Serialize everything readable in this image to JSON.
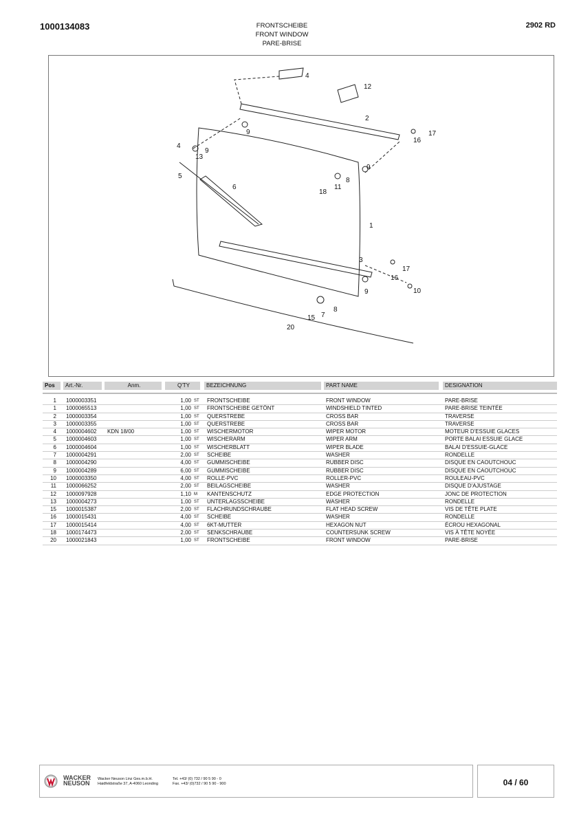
{
  "header": {
    "doc_number": "1000134083",
    "model": "2902 RD",
    "titles": [
      "FRONTSCHEIBE",
      "FRONT WINDOW",
      "PARE-BRISE"
    ]
  },
  "drawing": {
    "callouts": [
      "4",
      "12",
      "2",
      "17",
      "16",
      "9",
      "4",
      "13",
      "9",
      "5",
      "6",
      "11",
      "8",
      "18",
      "9",
      "1",
      "3",
      "17",
      "16",
      "10",
      "9",
      "8",
      "7",
      "15",
      "20"
    ]
  },
  "table": {
    "headers": {
      "pos": "Pos",
      "art": "Art.-Nr.",
      "anm": "Anm.",
      "qty": "Q'TY",
      "bez": "BEZEICHNUNG",
      "part": "PART NAME",
      "des": "DESIGNATION"
    },
    "rows": [
      {
        "pos": "1",
        "art": "1000003351",
        "anm": "",
        "qty": "1,00",
        "unit": "ST",
        "bez": "FRONTSCHEIBE",
        "part": "FRONT WINDOW",
        "des": "PARE-BRISE"
      },
      {
        "pos": "1",
        "art": "1000065513",
        "anm": "",
        "qty": "1,00",
        "unit": "ST",
        "bez": "FRONTSCHEIBE GETÖNT",
        "part": "WINDSHIELD  TINTED",
        "des": "PARE-BRISE TEINTÉE"
      },
      {
        "pos": "2",
        "art": "1000003354",
        "anm": "",
        "qty": "1,00",
        "unit": "ST",
        "bez": "QUERSTREBE",
        "part": "CROSS BAR",
        "des": "TRAVERSE"
      },
      {
        "pos": "3",
        "art": "1000003355",
        "anm": "",
        "qty": "1,00",
        "unit": "ST",
        "bez": "QUERSTREBE",
        "part": "CROSS BAR",
        "des": "TRAVERSE"
      },
      {
        "pos": "4",
        "art": "1000004602",
        "anm": "KDN 18/00",
        "qty": "1,00",
        "unit": "ST",
        "bez": "WISCHERMOTOR",
        "part": "WIPER MOTOR",
        "des": "MOTEUR D'ESSUIE GLACES"
      },
      {
        "pos": "5",
        "art": "1000004603",
        "anm": "",
        "qty": "1,00",
        "unit": "ST",
        "bez": "WISCHERARM",
        "part": "WIPER ARM",
        "des": "PORTE BALAI ESSUIE GLACE"
      },
      {
        "pos": "6",
        "art": "1000004604",
        "anm": "",
        "qty": "1,00",
        "unit": "ST",
        "bez": "WISCHERBLATT",
        "part": "WIPER BLADE",
        "des": "BALAI D'ESSUIE-GLACE"
      },
      {
        "pos": "7",
        "art": "1000004291",
        "anm": "",
        "qty": "2,00",
        "unit": "ST",
        "bez": "SCHEIBE",
        "part": "WASHER",
        "des": "RONDELLE"
      },
      {
        "pos": "8",
        "art": "1000004290",
        "anm": "",
        "qty": "4,00",
        "unit": "ST",
        "bez": "GUMMISCHEIBE",
        "part": "RUBBER DISC",
        "des": "DISQUE EN CAOUTCHOUC"
      },
      {
        "pos": "9",
        "art": "1000004289",
        "anm": "",
        "qty": "6,00",
        "unit": "ST",
        "bez": "GUMMISCHEIBE",
        "part": "RUBBER DISC",
        "des": "DISQUE EN CAOUTCHOUC"
      },
      {
        "pos": "10",
        "art": "1000003350",
        "anm": "",
        "qty": "4,00",
        "unit": "ST",
        "bez": "ROLLE-PVC",
        "part": "ROLLER-PVC",
        "des": "ROULEAU-PVC"
      },
      {
        "pos": "11",
        "art": "1000066252",
        "anm": "",
        "qty": "2,00",
        "unit": "ST",
        "bez": "BEILAGSCHEIBE",
        "part": "WASHER",
        "des": "DISQUE D'AJUSTAGE"
      },
      {
        "pos": "12",
        "art": "1000097928",
        "anm": "",
        "qty": "1,10",
        "unit": "M",
        "bez": "KANTENSCHUTZ",
        "part": "EDGE PROTECTION",
        "des": "JONC DE PROTECTION"
      },
      {
        "pos": "13",
        "art": "1000004273",
        "anm": "",
        "qty": "1,00",
        "unit": "ST",
        "bez": "UNTERLAGSSCHEIBE",
        "part": "WASHER",
        "des": "RONDELLE"
      },
      {
        "pos": "15",
        "art": "1000015387",
        "anm": "",
        "qty": "2,00",
        "unit": "ST",
        "bez": "FLACHRUNDSCHRAUBE",
        "part": "FLAT HEAD SCREW",
        "des": "VIS DE TÊTE PLATE"
      },
      {
        "pos": "16",
        "art": "1000015431",
        "anm": "",
        "qty": "4,00",
        "unit": "ST",
        "bez": "SCHEIBE",
        "part": "WASHER",
        "des": "RONDELLE"
      },
      {
        "pos": "17",
        "art": "1000015414",
        "anm": "",
        "qty": "4,00",
        "unit": "ST",
        "bez": "6KT-MUTTER",
        "part": "HEXAGON NUT",
        "des": "ÉCROU HEXAGONAL"
      },
      {
        "pos": "18",
        "art": "1000174473",
        "anm": "",
        "qty": "2,00",
        "unit": "ST",
        "bez": "SENKSCHRAUBE",
        "part": "COUNTERSUNK SCREW",
        "des": "VIS À TÊTE NOYÉE"
      },
      {
        "pos": "20",
        "art": "1000021843",
        "anm": "",
        "qty": "1,00",
        "unit": "ST",
        "bez": "FRONTSCHEIBE",
        "part": "FRONT WINDOW",
        "des": "PARE-BRISE"
      }
    ]
  },
  "footer": {
    "logo_text": [
      "WACKER",
      "NEUSON"
    ],
    "company": "Wacker Neuson Linz  Ges.m.b.H.",
    "address": "Haidfeldstraße 37, A-4060 Leonding",
    "tel": "Tel. +43/ (0) 732 / 90 5 90 - 0",
    "fax": "Fax. +43/ (0)732 / 90 5 90 - 900",
    "page": "04 / 60"
  },
  "colors": {
    "header_bg": "#d3d3d3",
    "logo_red": "#c8102e"
  }
}
